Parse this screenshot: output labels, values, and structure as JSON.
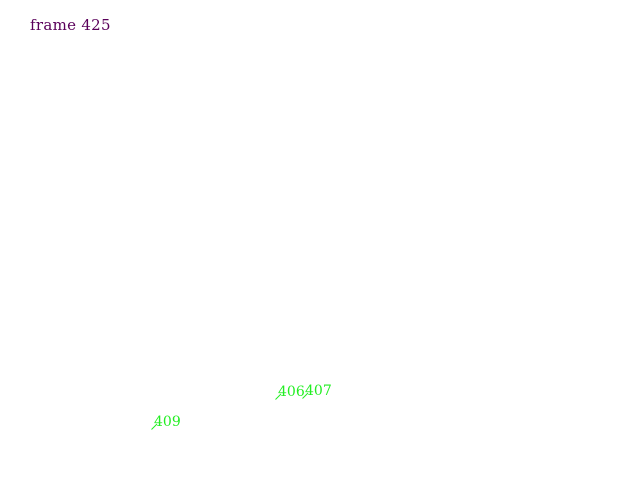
{
  "frame_label": "frame 425",
  "marker_color": "#22ee22",
  "label_color": "#5a005a",
  "markers": [
    {
      "label": "406"
    },
    {
      "label": "407"
    },
    {
      "label": "409"
    }
  ]
}
